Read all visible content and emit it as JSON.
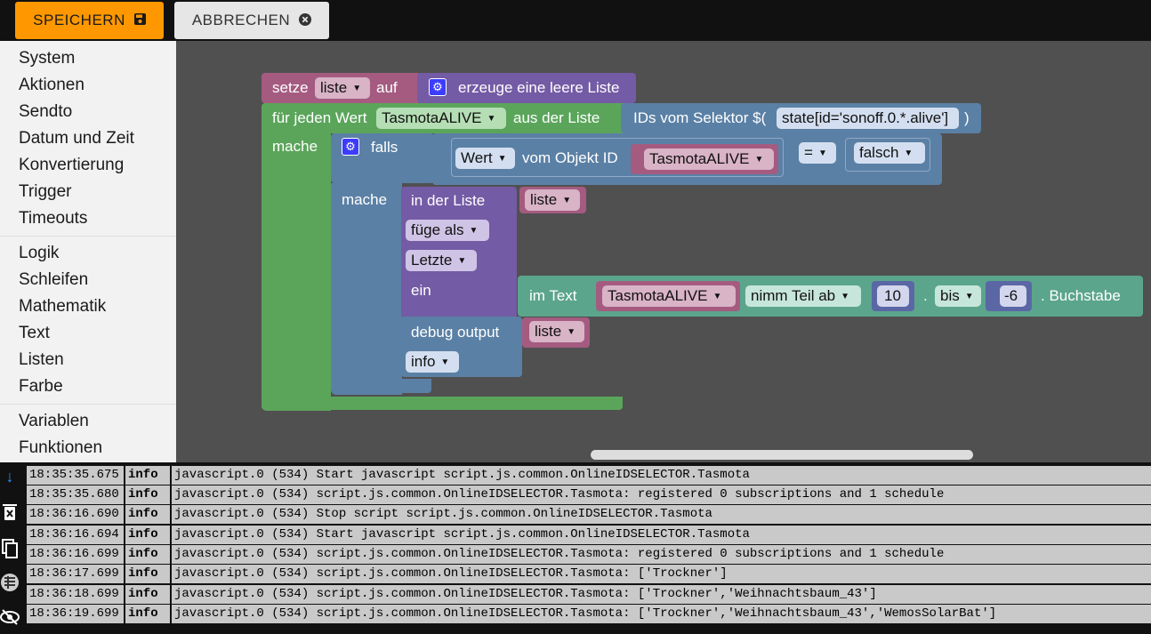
{
  "toolbar": {
    "save_label": "SPEICHERN",
    "cancel_label": "ABBRECHEN"
  },
  "sidebar": {
    "group1": [
      "System",
      "Aktionen",
      "Sendto",
      "Datum und Zeit",
      "Konvertierung",
      "Trigger",
      "Timeouts"
    ],
    "group2": [
      "Logik",
      "Schleifen",
      "Mathematik",
      "Text",
      "Listen",
      "Farbe"
    ],
    "group3": [
      "Variablen",
      "Funktionen"
    ]
  },
  "blocks": {
    "setze": "setze",
    "liste": "liste",
    "auf": "auf",
    "erzeuge": "erzeuge eine leere Liste",
    "fuer_jeden": "für jeden Wert",
    "tasmota": "TasmotaALIVE",
    "aus_der_liste": "aus der Liste",
    "ids_selektor": "IDs vom Selektor $(",
    "selector": "state[id='sonoff.0.*.alive']",
    "close_paren": ")",
    "mache": "mache",
    "falls": "falls",
    "wert": "Wert",
    "vom_objekt": "vom Objekt ID",
    "eq": "=",
    "falsch": "falsch",
    "in_der_liste": "in der Liste",
    "fuege_als": "füge als",
    "letzte": "Letzte",
    "ein": "ein",
    "im_text": "im Text",
    "nimm_teil": "nimm Teil ab",
    "num10": "10",
    "dot": ".",
    "bis": "bis",
    "num_neg6": "-6",
    "buchstabe": ". Buchstabe",
    "debug_output": "debug output",
    "info": "info"
  },
  "log": [
    {
      "time": "18:35:35.675",
      "level": "info",
      "msg": "javascript.0 (534) Start javascript script.js.common.OnlineIDSELECTOR.Tasmota"
    },
    {
      "time": "18:35:35.680",
      "level": "info",
      "msg": "javascript.0 (534) script.js.common.OnlineIDSELECTOR.Tasmota: registered 0 subscriptions and 1 schedule"
    },
    {
      "time": "18:36:16.690",
      "level": "info",
      "msg": "javascript.0 (534) Stop script script.js.common.OnlineIDSELECTOR.Tasmota"
    },
    {
      "time": "18:36:16.694",
      "level": "info",
      "msg": "javascript.0 (534) Start javascript script.js.common.OnlineIDSELECTOR.Tasmota"
    },
    {
      "time": "18:36:16.699",
      "level": "info",
      "msg": "javascript.0 (534) script.js.common.OnlineIDSELECTOR.Tasmota: registered 0 subscriptions and 1 schedule"
    },
    {
      "time": "18:36:17.699",
      "level": "info",
      "msg": "javascript.0 (534) script.js.common.OnlineIDSELECTOR.Tasmota: ['Trockner']"
    },
    {
      "time": "18:36:18.699",
      "level": "info",
      "msg": "javascript.0 (534) script.js.common.OnlineIDSELECTOR.Tasmota: ['Trockner','Weihnachtsbaum_43']"
    },
    {
      "time": "18:36:19.699",
      "level": "info",
      "msg": "javascript.0 (534) script.js.common.OnlineIDSELECTOR.Tasmota: ['Trockner','Weihnachtsbaum_43','WemosSolarBat']"
    }
  ],
  "colors": {
    "accent": "#ff9800",
    "workspace": "#505050",
    "loop": "#5ba55b",
    "logic": "#5b80a5",
    "list": "#745ba5",
    "var": "#a55b80",
    "text": "#5ba58c",
    "math": "#5b67a5"
  }
}
